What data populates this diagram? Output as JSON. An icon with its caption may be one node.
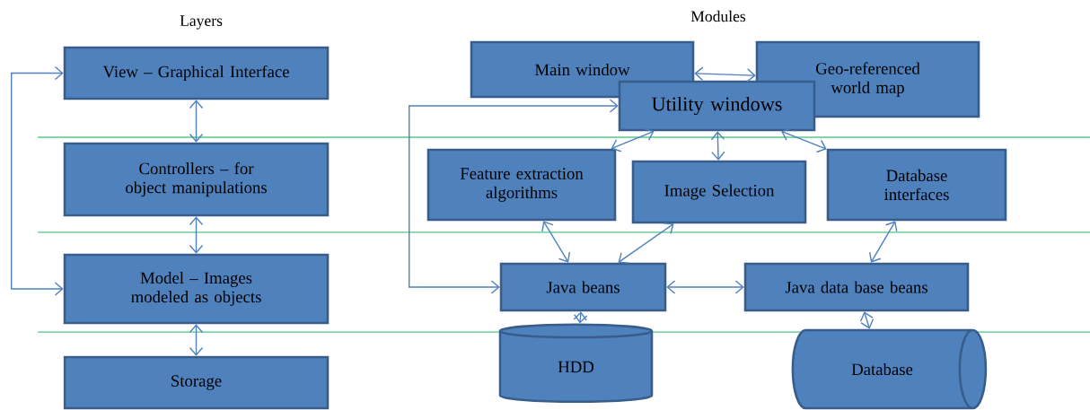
{
  "diagram": {
    "nodes": [
      {
        "text": [
          "View – Graphical Interface"
        ]
      },
      {
        "text": [
          "Controllers – for object manipulations"
        ]
      },
      {
        "text": [
          "Model – Images modeled as objects"
        ]
      },
      {
        "text": [
          "Storage"
        ]
      },
      {
        "text": [
          "Main window"
        ]
      },
      {
        "text": [
          "Geo-referenced world map"
        ]
      },
      {
        "text": [
          "Utility windows"
        ]
      },
      {
        "text": [
          "Feature extraction algorithms"
        ]
      },
      {
        "text": [
          "Image Selection"
        ]
      },
      {
        "text": [
          "Database interfaces"
        ]
      },
      {
        "text": [
          "Java beans"
        ]
      },
      {
        "text": [
          "Java data base beans"
        ]
      },
      {
        "text": [
          "HDD"
        ]
      },
      {
        "text": [
          "Database"
        ]
      }
    ],
    "edges": [
      {
        "from": 0,
        "to": 1,
        "arrow": "both"
      },
      {
        "from": 1,
        "to": 2,
        "arrow": "both"
      },
      {
        "from": 2,
        "to": 3,
        "arrow": "both"
      },
      {
        "from": 2,
        "to": 0,
        "arrow": "both"
      },
      {
        "from": 4,
        "to": 5,
        "arrow": "both"
      },
      {
        "from": 6,
        "to": 10,
        "arrow": "both"
      },
      {
        "from": 6,
        "to": 7,
        "arrow": "both"
      },
      {
        "from": 6,
        "to": 8,
        "arrow": "both"
      },
      {
        "from": 6,
        "to": 9,
        "arrow": "both"
      },
      {
        "from": 7,
        "to": 10,
        "arrow": "both"
      },
      {
        "from": 8,
        "to": 10,
        "arrow": "both"
      },
      {
        "from": 10,
        "to": 11,
        "arrow": "both"
      },
      {
        "from": 9,
        "to": 11,
        "arrow": "both"
      },
      {
        "from": 10,
        "to": 12,
        "arrow": "both"
      },
      {
        "from": 11,
        "to": 13,
        "arrow": "both"
      }
    ],
    "labels": [
      "Layers",
      "Modules"
    ]
  }
}
